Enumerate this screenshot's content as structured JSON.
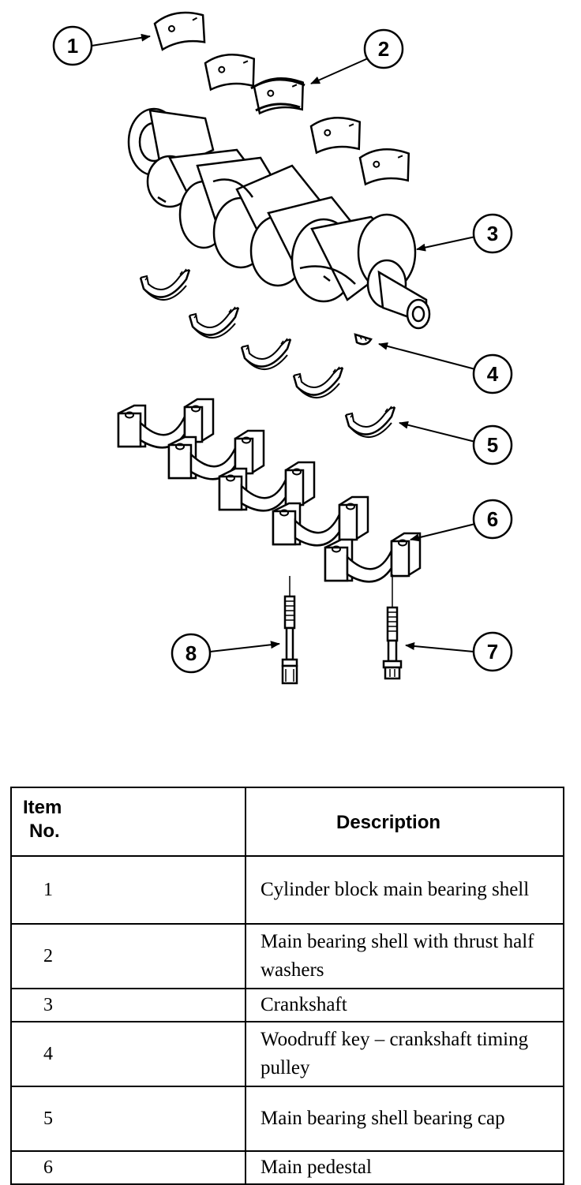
{
  "callouts": [
    "1",
    "2",
    "3",
    "4",
    "5",
    "6",
    "7",
    "8"
  ],
  "table": {
    "header_item_line1": "Item",
    "header_item_line2": "No.",
    "header_description": "Description",
    "rows": [
      {
        "no": "1",
        "desc": "Cylinder block main bearing shell"
      },
      {
        "no": "2",
        "desc": "Main bearing shell with thrust half washers"
      },
      {
        "no": "3",
        "desc": "Crankshaft"
      },
      {
        "no": "4",
        "desc": "Woodruff key – crankshaft timing pulley"
      },
      {
        "no": "5",
        "desc": "Main bearing shell bearing cap"
      },
      {
        "no": "6",
        "desc": "Main pedestal"
      }
    ]
  }
}
